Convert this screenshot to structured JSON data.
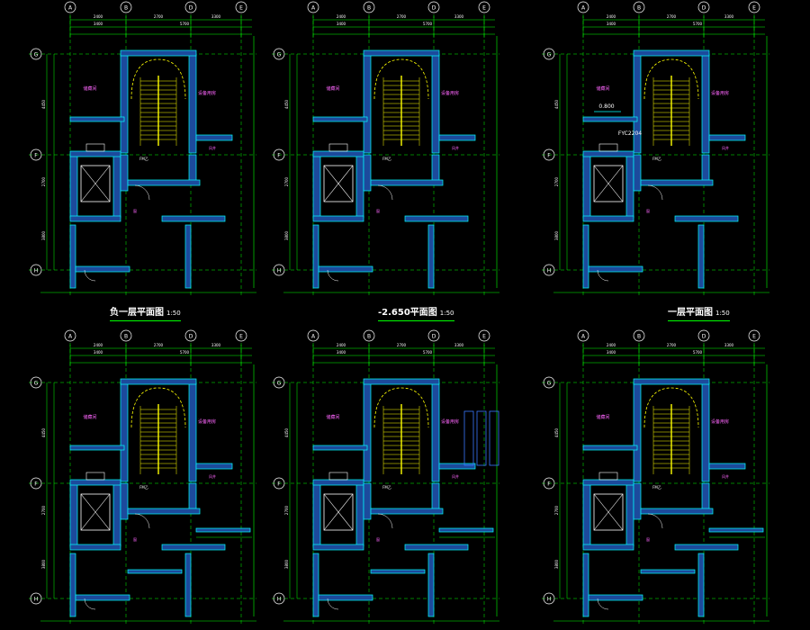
{
  "palette": {
    "background": "#000000",
    "grid": "#00ff00",
    "wall_fill": "#1c4a9c",
    "wall_edge": "#00ffff",
    "stair": "#ffff00",
    "text": "#ff66ff",
    "axis_bubble": "#ffffff",
    "dim_text": "#ffffff",
    "hatch": "#3a78ff"
  },
  "axes": {
    "vertical": [
      "A",
      "B",
      "D",
      "E"
    ],
    "horizontal": [
      "G",
      "F",
      "H"
    ]
  },
  "dimensions": {
    "top_row1": [
      "2400",
      "2700",
      "3300"
    ],
    "top_row2": [
      "3400",
      "5700"
    ],
    "left_col": [
      "4450",
      "2700",
      "3800"
    ]
  },
  "plans": [
    {
      "id": "p1",
      "title": "负一层平面图",
      "scale": "1:50",
      "show_title": true
    },
    {
      "id": "p2",
      "title": "-2.650平面图",
      "scale": "1:50",
      "show_title": true
    },
    {
      "id": "p3",
      "title": "一层平面图",
      "scale": "1:50",
      "show_title": true
    },
    {
      "id": "p4",
      "title": "",
      "scale": "",
      "show_title": false
    },
    {
      "id": "p5",
      "title": "",
      "scale": "",
      "show_title": false
    },
    {
      "id": "p6",
      "title": "",
      "scale": "",
      "show_title": false
    }
  ],
  "labels": {
    "elevation": "0.800",
    "door_tag": "FYC2204",
    "fire_door": "FM乙",
    "window": "窗",
    "shaft": "风井",
    "room_a": "储藏间",
    "room_b": "设备用房"
  }
}
